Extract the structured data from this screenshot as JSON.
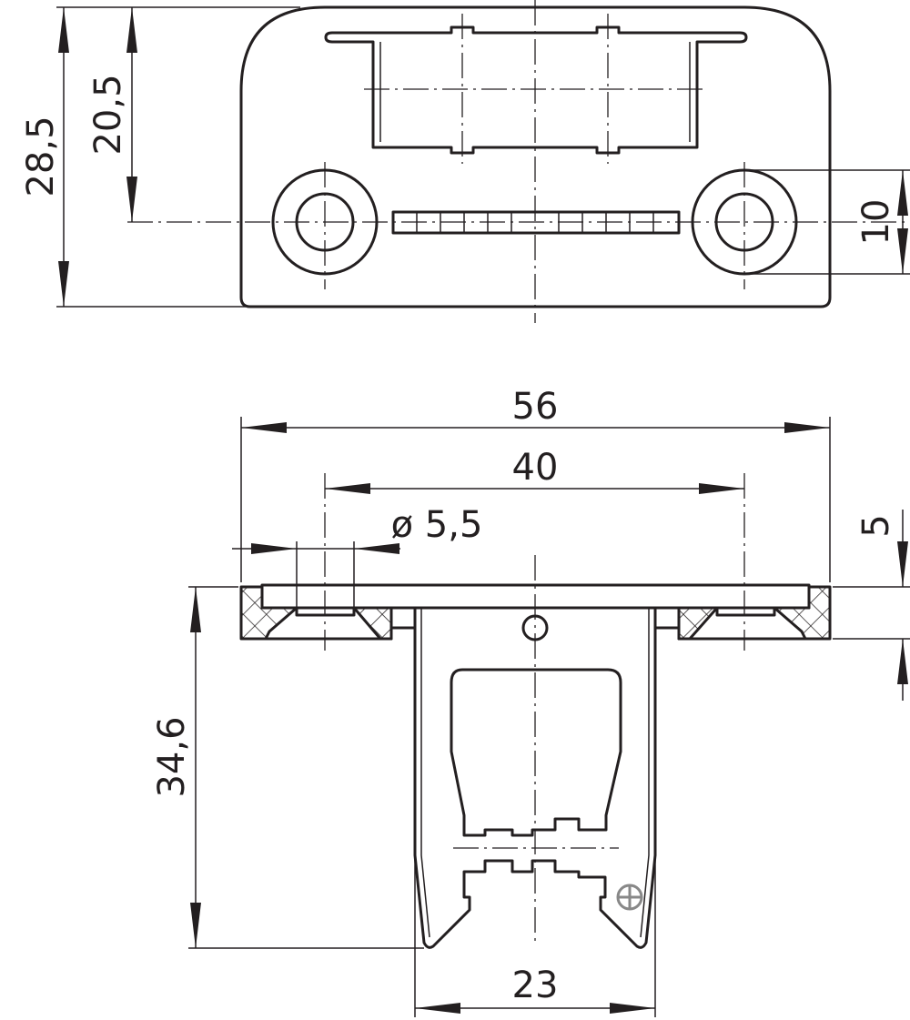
{
  "title": "Technical drawing - mounting plate, top and section views",
  "dimensions": {
    "height_total": "28,5",
    "height_to_center": "20,5",
    "hole_ring": "10",
    "width_total": "56",
    "hole_spacing": "40",
    "hole_diameter": "ø 5,5",
    "plate_thickness": "5",
    "body_height": "34,6",
    "body_width": "23"
  },
  "colors": {
    "line": "#231f20",
    "symbol": "#888888"
  }
}
